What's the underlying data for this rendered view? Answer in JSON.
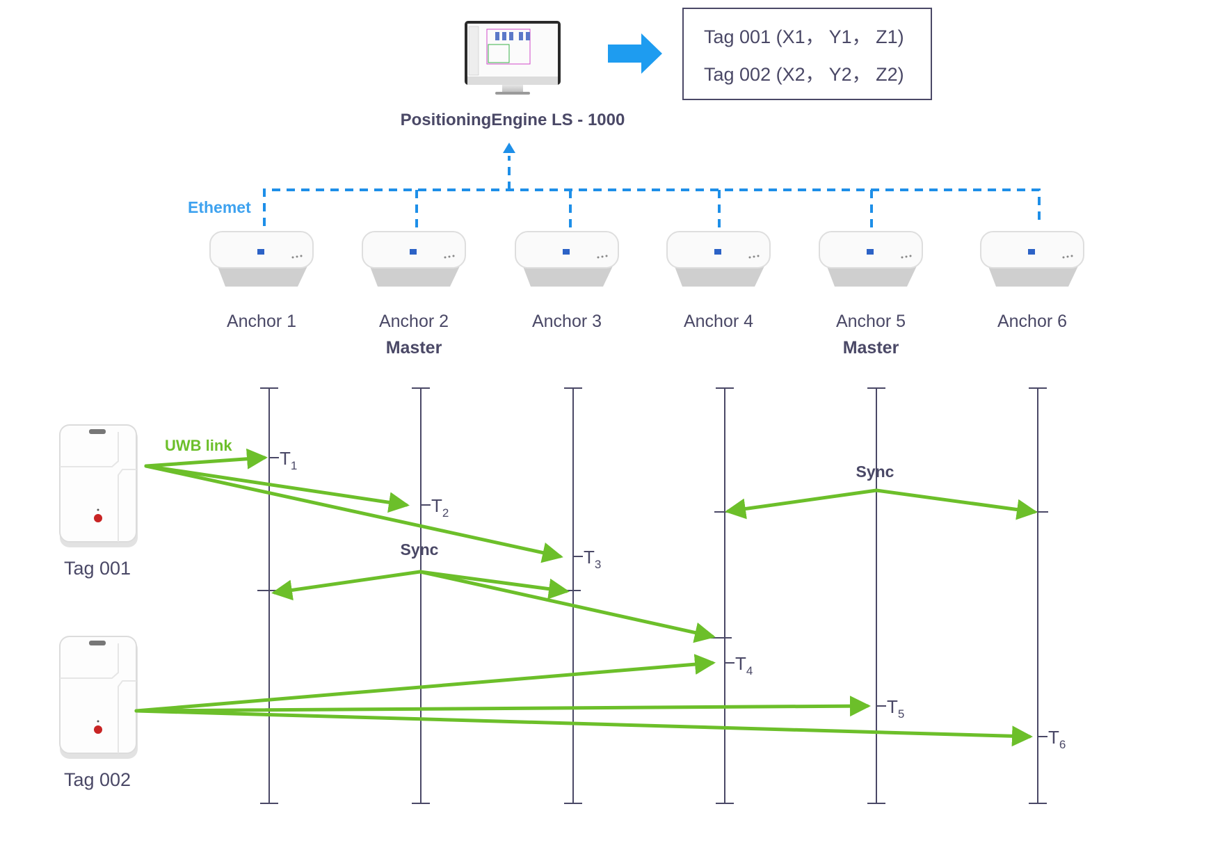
{
  "engine": {
    "label": "PositioningEngine LS - 1000"
  },
  "output_box": {
    "lines": [
      "Tag 001 (X1， Y1， Z1)",
      "Tag 002 (X2， Y2， Z2)"
    ]
  },
  "network": {
    "label": "Ethemet",
    "color": "#1e8fe8"
  },
  "link": {
    "label": "UWB link",
    "color": "#6cbf2a"
  },
  "anchors": [
    {
      "name": "Anchor 1",
      "role": ""
    },
    {
      "name": "Anchor 2",
      "role": "Master"
    },
    {
      "name": "Anchor 3",
      "role": ""
    },
    {
      "name": "Anchor 4",
      "role": ""
    },
    {
      "name": "Anchor 5",
      "role": "Master"
    },
    {
      "name": "Anchor 6",
      "role": ""
    }
  ],
  "tags": [
    {
      "name": "Tag 001"
    },
    {
      "name": "Tag 002"
    }
  ],
  "sync_labels": [
    "Sync",
    "Sync"
  ],
  "timestamps": [
    {
      "base": "T",
      "sub": "1"
    },
    {
      "base": "T",
      "sub": "2"
    },
    {
      "base": "T",
      "sub": "3"
    },
    {
      "base": "T",
      "sub": "4"
    },
    {
      "base": "T",
      "sub": "5"
    },
    {
      "base": "T",
      "sub": "6"
    }
  ]
}
